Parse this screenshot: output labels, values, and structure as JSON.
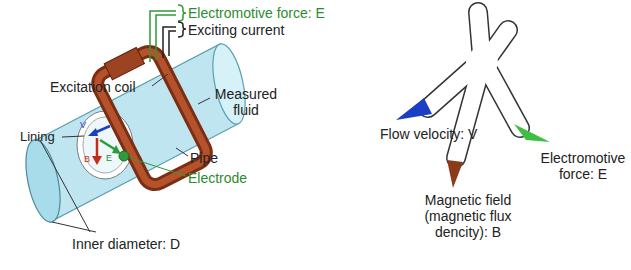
{
  "diagram": {
    "labels": [
      "Electromotive force: E",
      "Exciting current",
      "Excitation coil",
      "Lining",
      "V",
      "B",
      "E",
      "Measured fluid",
      "Pipe",
      "Electrode",
      "Inner diameter: D",
      "Flow velocity: V",
      "Magnetic field (magnetic flux dencity): B",
      "Electromotive force: E"
    ]
  }
}
